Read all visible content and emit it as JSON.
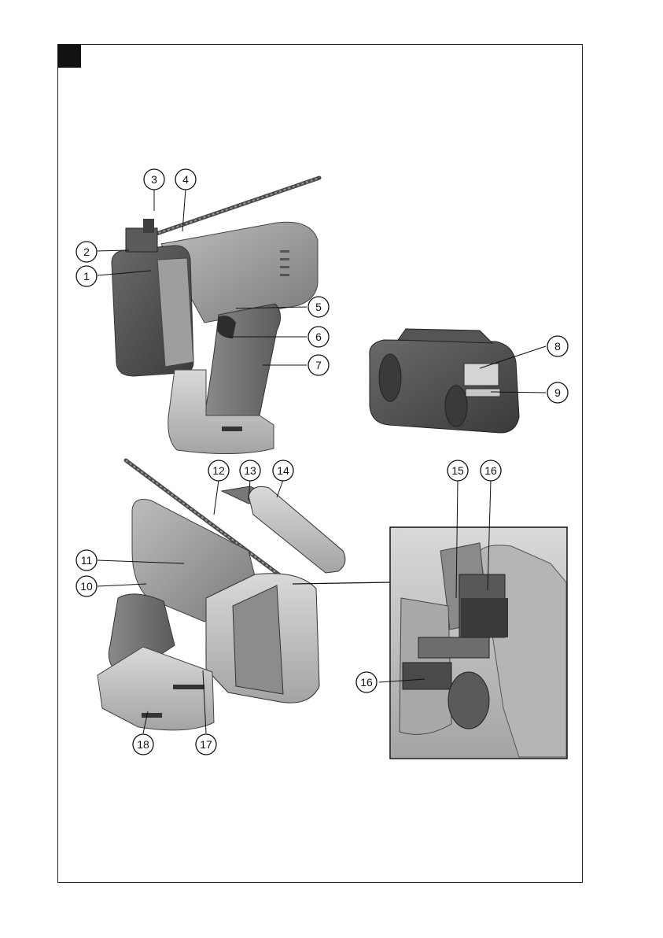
{
  "figure": {
    "marker_color": "#111111",
    "callouts": [
      {
        "num": "1"
      },
      {
        "num": "2"
      },
      {
        "num": "3"
      },
      {
        "num": "4"
      },
      {
        "num": "5"
      },
      {
        "num": "6"
      },
      {
        "num": "7"
      },
      {
        "num": "8"
      },
      {
        "num": "9"
      },
      {
        "num": "10"
      },
      {
        "num": "11"
      },
      {
        "num": "12"
      },
      {
        "num": "13"
      },
      {
        "num": "14"
      },
      {
        "num": "15"
      },
      {
        "num": "16"
      },
      {
        "num": "16"
      },
      {
        "num": "17"
      },
      {
        "num": "18"
      }
    ]
  }
}
